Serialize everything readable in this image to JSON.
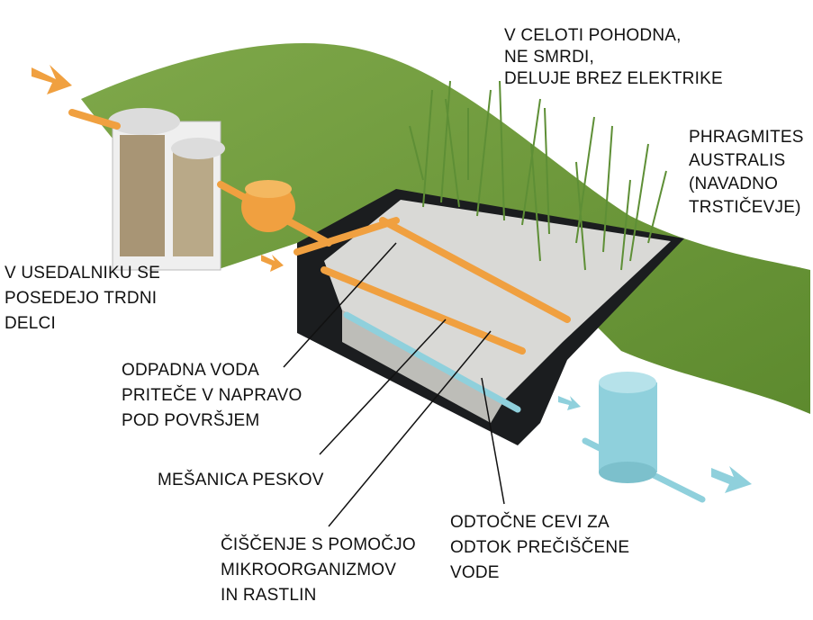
{
  "labels": {
    "features": [
      "V CELOTI POHODNA,",
      "NE SMRDI,",
      "DELUJE BREZ ELEKTRIKE"
    ],
    "plant": [
      "PHRAGMITES",
      "AUSTRALIS",
      "(NAVADNO",
      "TRSTIČEVJE)"
    ],
    "settling_tank": [
      "V USEDALNIKU SE",
      "POSEDEJO TRDNI",
      "DELCI"
    ],
    "inflow": [
      "ODPADNA VODA",
      "PRITEČE V NAPRAVO",
      "POD POVRŠJEM"
    ],
    "sand_mix": [
      "MEŠANICA PESKOV"
    ],
    "purification": [
      "ČIŠČENJE S POMOČJO",
      "MIKROORGANIZMOV",
      "IN RASTLIN"
    ],
    "drain_pipes": [
      "ODTOČNE CEVI ZA",
      "ODTOK PREČIŠČENE",
      "VODE"
    ]
  },
  "colors": {
    "grass": "#6f9a3c",
    "inflow_pipe": "#f0a040",
    "outflow_pipe": "#8fd0dc",
    "basin": "#1b1d1f",
    "gravel": "#d9d9d6"
  }
}
